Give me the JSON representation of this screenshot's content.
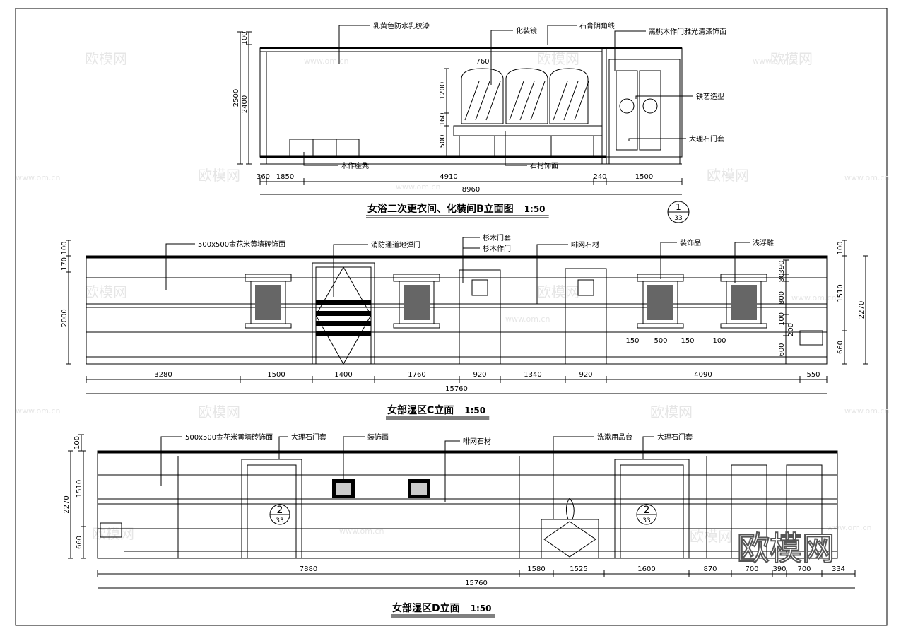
{
  "watermark": {
    "logo": "欧模网",
    "url": "www.om.cn"
  },
  "elevation_b": {
    "title": "女浴二次更衣间、化装间B立面图",
    "scale": "1:50",
    "labels": [
      "乳黄色防水乳胶漆",
      "化装镜",
      "石膏阴角线",
      "黑桃木作门雅光清漆饰面",
      "铁艺造型",
      "大理石门套",
      "木作座凳",
      "石材饰面"
    ],
    "dims_h": [
      "360",
      "1850",
      "4910",
      "240",
      "1500"
    ],
    "dim_total": "8960",
    "dims_v": [
      "100",
      "2500",
      "2400",
      "1200",
      "160",
      "500",
      "760"
    ],
    "marker": {
      "top": "1",
      "bottom": "33"
    }
  },
  "elevation_c": {
    "title": "女部湿区C立面",
    "scale": "1:50",
    "labels": [
      "500x500金花米黄墙砖饰面",
      "消防通道地弹门",
      "杉木门套",
      "杉木作门",
      "啡网石材",
      "装饰品",
      "浅浮雕"
    ],
    "dims_h": [
      "3280",
      "1500",
      "1400",
      "1760",
      "920",
      "1340",
      "920",
      "4090",
      "550"
    ],
    "dim_total": "15760",
    "dims_v_left": [
      "100",
      "170",
      "2000"
    ],
    "dims_v_right": [
      "100",
      "1510",
      "2270",
      "660",
      "390",
      "80",
      "800",
      "100",
      "200",
      "600"
    ],
    "dims_window": [
      "150",
      "500",
      "150",
      "100"
    ]
  },
  "elevation_d": {
    "title": "女部湿区D立面",
    "scale": "1:50",
    "labels": [
      "500x500金花米黄墙砖饰面",
      "大理石门套",
      "装饰画",
      "啡网石材",
      "洗漱用品台",
      "大理石门套"
    ],
    "dims_h": [
      "7880",
      "1580",
      "1525",
      "1600",
      "870",
      "700",
      "390",
      "700",
      "334"
    ],
    "dim_total": "15760",
    "dims_v": [
      "100",
      "2270",
      "1510",
      "660"
    ],
    "markers": [
      {
        "top": "2",
        "bottom": "33"
      },
      {
        "top": "2",
        "bottom": "33"
      }
    ]
  }
}
